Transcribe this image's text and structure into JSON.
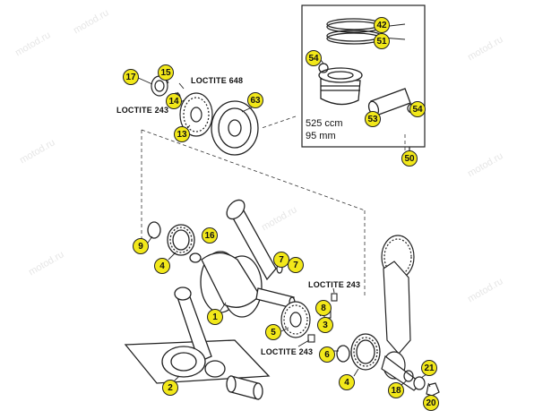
{
  "watermark": "motod.ru",
  "piston_box": {
    "displacement": "525 ccm",
    "bore": "95 mm"
  },
  "loctite_labels": {
    "top_648": "LOCTITE 648",
    "top_243": "LOCTITE 243",
    "right_upper_243": "LOCTITE 243",
    "right_lower_243": "LOCTITE 243"
  },
  "callouts": {
    "c42": "42",
    "c51": "51",
    "c54_top": "54",
    "c54_right": "54",
    "c53": "53",
    "c50": "50",
    "c17": "17",
    "c15": "15",
    "c14": "14",
    "c63": "63",
    "c13": "13",
    "c9": "9",
    "c4_left": "4",
    "c16": "16",
    "c7_a": "7",
    "c7_b": "7",
    "c1": "1",
    "c8": "8",
    "c3": "3",
    "c5": "5",
    "c6": "6",
    "c4_right": "4",
    "c2": "2",
    "c21": "21",
    "c18": "18",
    "c20": "20"
  },
  "colors": {
    "callout_fill": "#f2e81a",
    "line": "#222222",
    "watermark": "#e6e6e6"
  }
}
